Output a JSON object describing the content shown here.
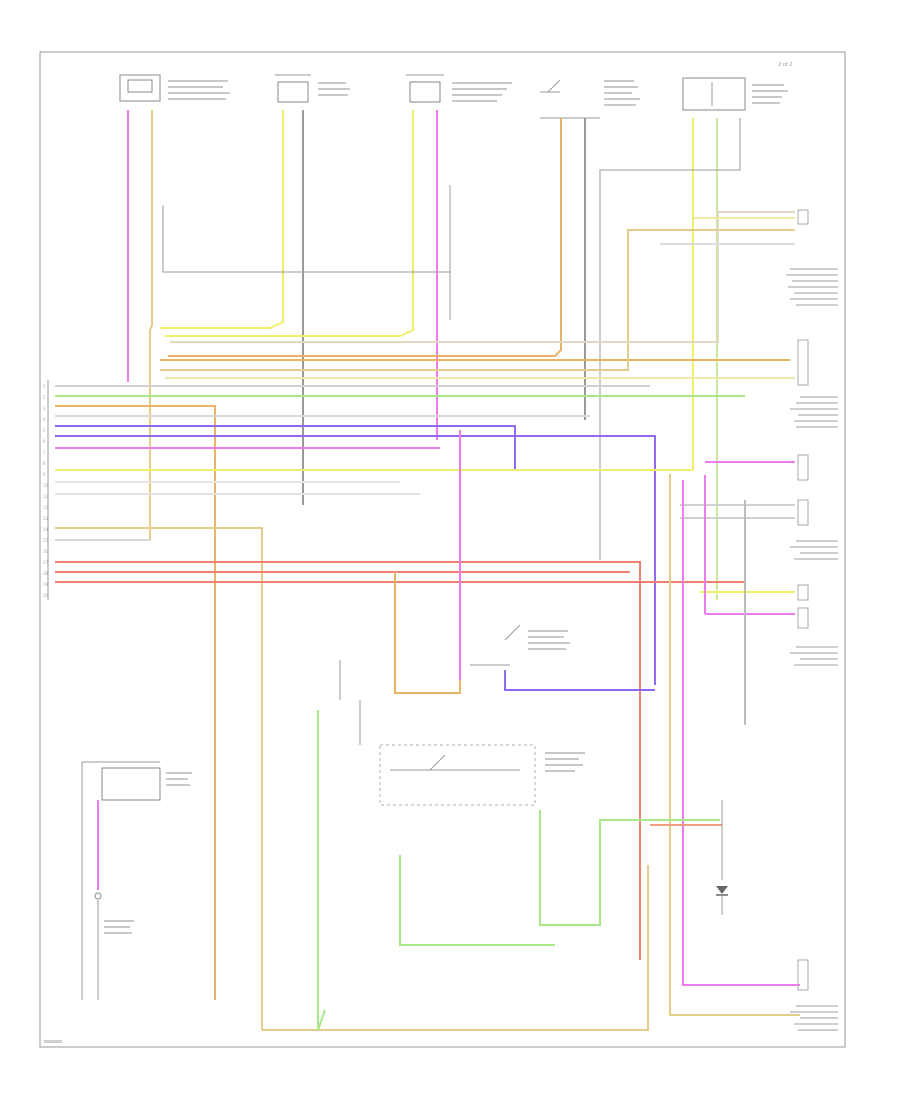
{
  "page_label": "2 of 2",
  "footer_label": "",
  "colors": {
    "pink": "#ee7bee",
    "violet": "#8e6bf2",
    "yellow": "#efef6a",
    "green": "#a8e88a",
    "lightgreen": "#c9e9a0",
    "orange": "#e9b365",
    "red": "#f08070",
    "tan": "#e6cc8a",
    "gray": "#999999",
    "lightgray": "#d0d0d0"
  },
  "connector_pins": [
    "1",
    "2",
    "3",
    "4",
    "5",
    "6",
    "7",
    "8",
    "9",
    "10",
    "11",
    "12",
    "13",
    "14",
    "15",
    "16",
    "17",
    "18",
    "19",
    "20"
  ],
  "icons": [
    "switch-icon",
    "ground-icon",
    "diode-icon",
    "connector-icon"
  ]
}
